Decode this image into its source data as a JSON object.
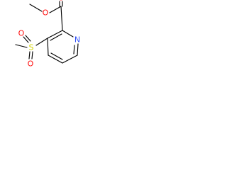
{
  "molecule": {
    "atoms": {
      "ester_oxygen": {
        "symbol": "O",
        "color": "#ff0d0d"
      },
      "carbonyl_oxygen": {
        "symbol": "O",
        "color": "#ff0d0d"
      },
      "ring_nitrogen": {
        "symbol": "N",
        "color": "#3050f8"
      },
      "sulfur": {
        "symbol": "S",
        "color": "#d4d400"
      },
      "sulfonyl_oxygen_top": {
        "symbol": "O",
        "color": "#ff0d0d"
      },
      "sulfonyl_oxygen_bottom": {
        "symbol": "O",
        "color": "#ff0d0d"
      }
    },
    "bond_color": "#000000"
  }
}
